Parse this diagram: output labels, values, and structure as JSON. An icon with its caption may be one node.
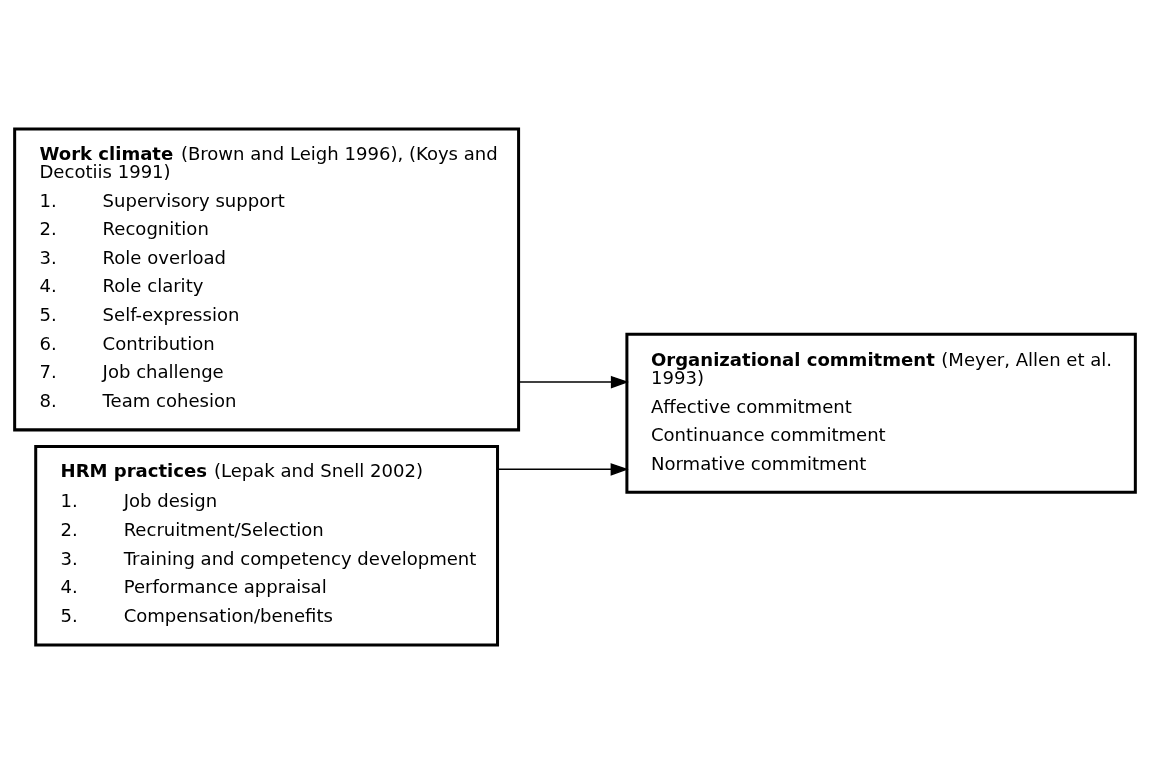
{
  "diagram": {
    "nodes": [
      {
        "text": [
          "**Work climate** (Brown and Leigh 1996), (Koys and Decotiis 1991)",
          "1. Supervisory support",
          "2. Recognition",
          "3. Role overload",
          "4. Role clarity",
          "5. Self-expression",
          "6. Contribution",
          "7. Job challenge",
          "8. Team cohesion"
        ]
      },
      {
        "text": [
          "**HRM practices** (Lepak and Snell 2002)",
          "1. Job design",
          "2. Recruitment/Selection",
          "3. Training and competency development",
          "4. Performance appraisal",
          "5. Compensation/benefits"
        ]
      },
      {
        "text": [
          "**Organizational commitment** (Meyer, Allen et al. 1993)",
          "Affective commitment",
          "Continuance commitment",
          "Normative commitment"
        ]
      }
    ],
    "edges": [
      {
        "from": 0,
        "to": 2,
        "arrow": "to"
      },
      {
        "from": 1,
        "to": 2,
        "arrow": "to"
      }
    ]
  }
}
